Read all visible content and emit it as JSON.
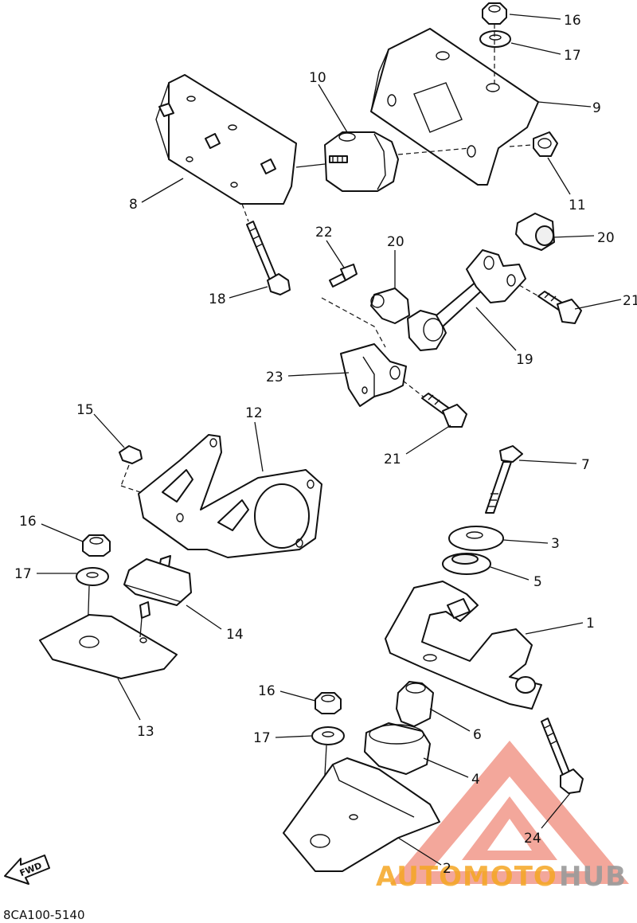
{
  "diagram": {
    "part_code": "8CA100-5140",
    "fwd_label": "FWD",
    "callouts": [
      {
        "id": "c16a",
        "label": "16"
      },
      {
        "id": "c17a",
        "label": "17"
      },
      {
        "id": "c9",
        "label": "9"
      },
      {
        "id": "c10",
        "label": "10"
      },
      {
        "id": "c8",
        "label": "8"
      },
      {
        "id": "c11",
        "label": "11"
      },
      {
        "id": "c18",
        "label": "18"
      },
      {
        "id": "c22",
        "label": "22"
      },
      {
        "id": "c20a",
        "label": "20"
      },
      {
        "id": "c20b",
        "label": "20"
      },
      {
        "id": "c21a",
        "label": "21"
      },
      {
        "id": "c19",
        "label": "19"
      },
      {
        "id": "c23",
        "label": "23"
      },
      {
        "id": "c21b",
        "label": "21"
      },
      {
        "id": "c15",
        "label": "15"
      },
      {
        "id": "c12",
        "label": "12"
      },
      {
        "id": "c7",
        "label": "7"
      },
      {
        "id": "c16b",
        "label": "16"
      },
      {
        "id": "c3",
        "label": "3"
      },
      {
        "id": "c17b",
        "label": "17"
      },
      {
        "id": "c5",
        "label": "5"
      },
      {
        "id": "c14",
        "label": "14"
      },
      {
        "id": "c1",
        "label": "1"
      },
      {
        "id": "c13",
        "label": "13"
      },
      {
        "id": "c16c",
        "label": "16"
      },
      {
        "id": "c6",
        "label": "6"
      },
      {
        "id": "c17c",
        "label": "17"
      },
      {
        "id": "c4",
        "label": "4"
      },
      {
        "id": "c24",
        "label": "24"
      },
      {
        "id": "c2",
        "label": "2"
      }
    ]
  },
  "watermark": {
    "text_part1": "AUTOMOTO",
    "text_part2": "HUB",
    "color_accent": "#f08a7a",
    "color_orange": "#f5a623",
    "color_gray": "#9a9a9a"
  }
}
